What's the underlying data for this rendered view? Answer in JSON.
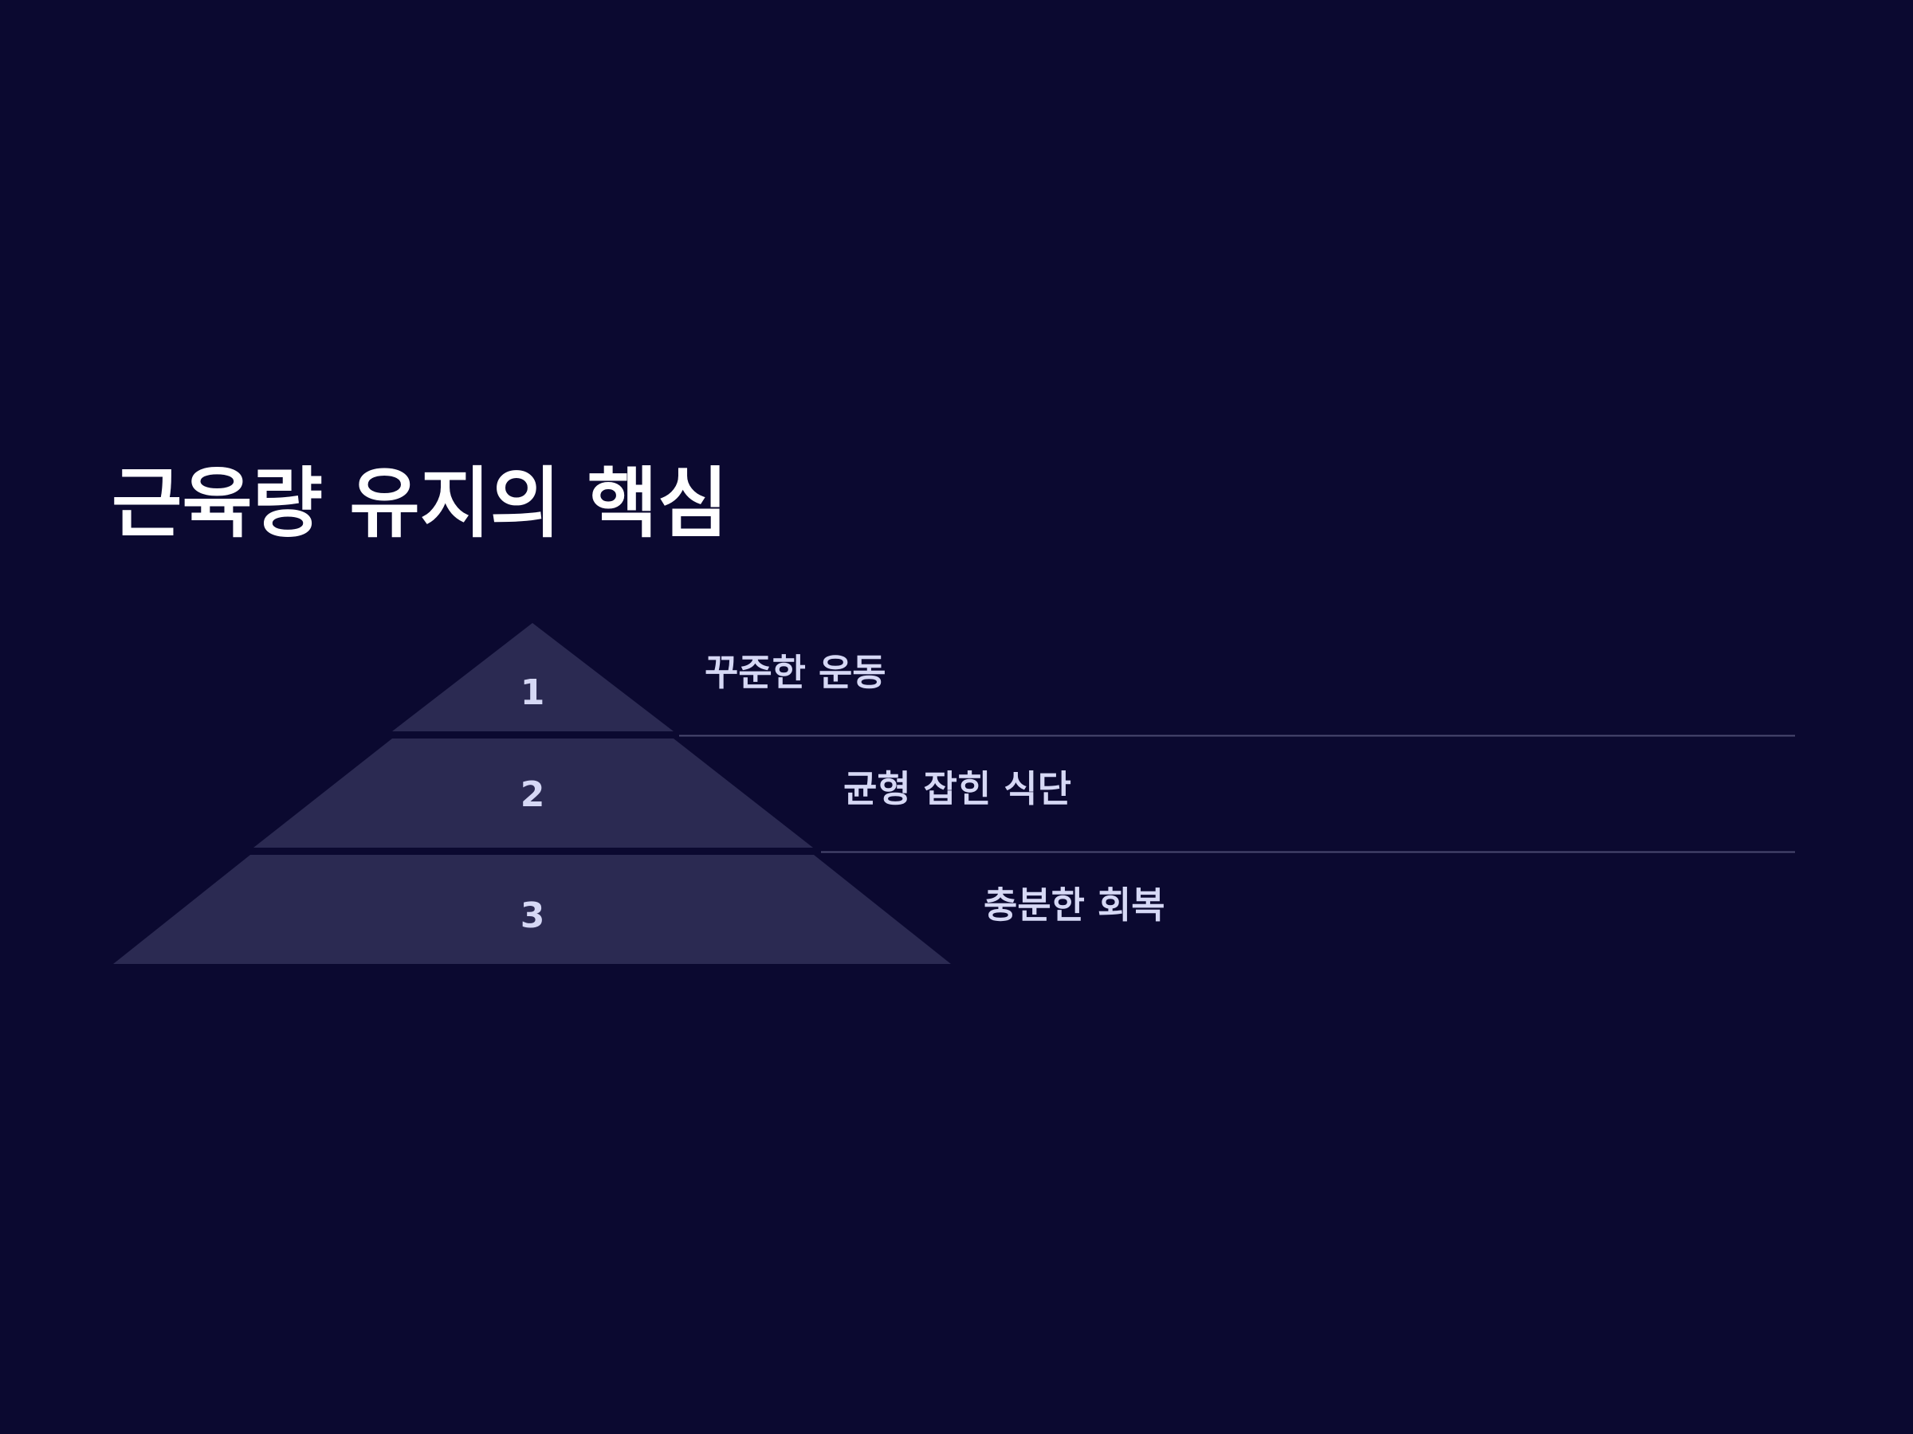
{
  "slide": {
    "title": "근육량 유지의 핵심"
  },
  "pyramid": {
    "tiers": [
      {
        "number": "1",
        "label": "꾸준한 운동"
      },
      {
        "number": "2",
        "label": "균형 잡힌 식단"
      },
      {
        "number": "3",
        "label": "충분한 회복"
      }
    ]
  },
  "colors": {
    "background": "#0b0930",
    "tier_fill": "#2b2a52",
    "divider": "#4a4970",
    "title_text": "#ffffff",
    "label_text": "#d6d8f5"
  }
}
